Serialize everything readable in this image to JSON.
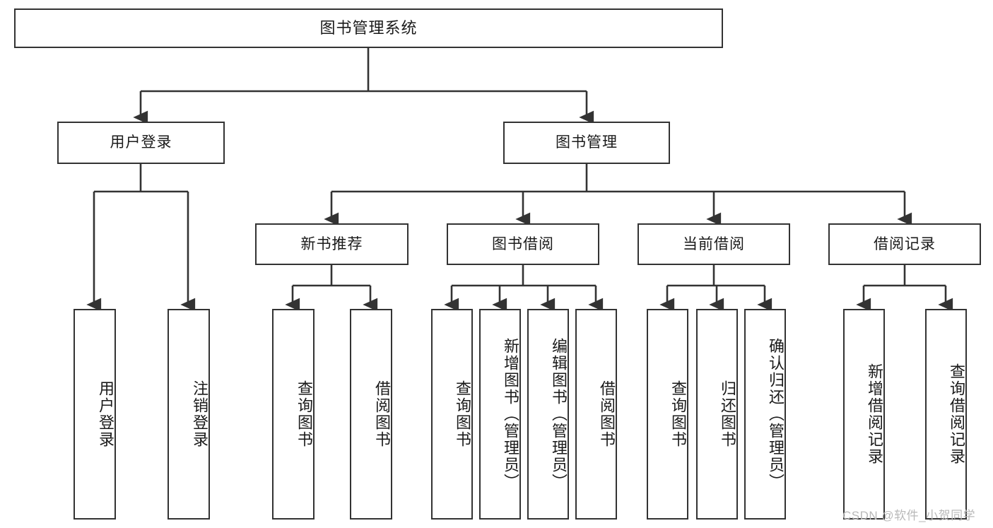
{
  "diagram": {
    "type": "tree",
    "orientation": "top-down",
    "title": "图书管理系统",
    "colors": {
      "node_border": "#333333",
      "node_fill": "#ffffff",
      "edge": "#333333",
      "text": "#1a1a1a",
      "watermark": "#b9b9b9",
      "background": "#ffffff"
    },
    "watermark": "CSDN @软件_小贺同学",
    "levels": {
      "level1": [
        "图书管理系统"
      ],
      "level2": [
        "用户登录",
        "图书管理"
      ],
      "level3": [
        "新书推荐",
        "图书借阅",
        "当前借阅",
        "借阅记录"
      ],
      "level4": [
        "用户登录",
        "注销登录",
        "查询图书",
        "借阅图书",
        "查询图书",
        "新增图书（管理员）",
        "编辑图书（管理员）",
        "借阅图书",
        "查询图书",
        "归还图书",
        "确认归还（管理员）",
        "新增借阅记录",
        "查询借阅记录"
      ]
    },
    "nodes": {
      "root": {
        "label": "图书管理系统"
      },
      "user_login": {
        "label": "用户登录"
      },
      "book_manage": {
        "label": "图书管理"
      },
      "new_book_rec": {
        "label": "新书推荐"
      },
      "book_borrow": {
        "label": "图书借阅"
      },
      "current_borrow": {
        "label": "当前借阅"
      },
      "borrow_record": {
        "label": "借阅记录"
      },
      "leaf_user_login": {
        "label": "用户登录"
      },
      "leaf_logout": {
        "label": "注销登录"
      },
      "leaf_query_book_a": {
        "label": "查询图书"
      },
      "leaf_borrow_book_a": {
        "label": "借阅图书"
      },
      "leaf_query_book_b": {
        "label": "查询图书"
      },
      "leaf_add_book": {
        "label": "新增图书（管理员）"
      },
      "leaf_edit_book": {
        "label": "编辑图书（管理员）"
      },
      "leaf_borrow_book_b": {
        "label": "借阅图书"
      },
      "leaf_query_book_c": {
        "label": "查询图书"
      },
      "leaf_return_book": {
        "label": "归还图书"
      },
      "leaf_confirm_return": {
        "label": "确认归还（管理员）"
      },
      "leaf_add_record": {
        "label": "新增借阅记录"
      },
      "leaf_query_record": {
        "label": "查询借阅记录"
      }
    },
    "edges": [
      {
        "from": "root",
        "to": "user_login"
      },
      {
        "from": "root",
        "to": "book_manage"
      },
      {
        "from": "user_login",
        "to": "leaf_user_login"
      },
      {
        "from": "user_login",
        "to": "leaf_logout"
      },
      {
        "from": "book_manage",
        "to": "new_book_rec"
      },
      {
        "from": "book_manage",
        "to": "book_borrow"
      },
      {
        "from": "book_manage",
        "to": "current_borrow"
      },
      {
        "from": "book_manage",
        "to": "borrow_record"
      },
      {
        "from": "new_book_rec",
        "to": "leaf_query_book_a"
      },
      {
        "from": "new_book_rec",
        "to": "leaf_borrow_book_a"
      },
      {
        "from": "book_borrow",
        "to": "leaf_query_book_b"
      },
      {
        "from": "book_borrow",
        "to": "leaf_add_book"
      },
      {
        "from": "book_borrow",
        "to": "leaf_edit_book"
      },
      {
        "from": "book_borrow",
        "to": "leaf_borrow_book_b"
      },
      {
        "from": "current_borrow",
        "to": "leaf_query_book_c"
      },
      {
        "from": "current_borrow",
        "to": "leaf_return_book"
      },
      {
        "from": "current_borrow",
        "to": "leaf_confirm_return"
      },
      {
        "from": "borrow_record",
        "to": "leaf_add_record"
      },
      {
        "from": "borrow_record",
        "to": "leaf_query_record"
      }
    ]
  }
}
